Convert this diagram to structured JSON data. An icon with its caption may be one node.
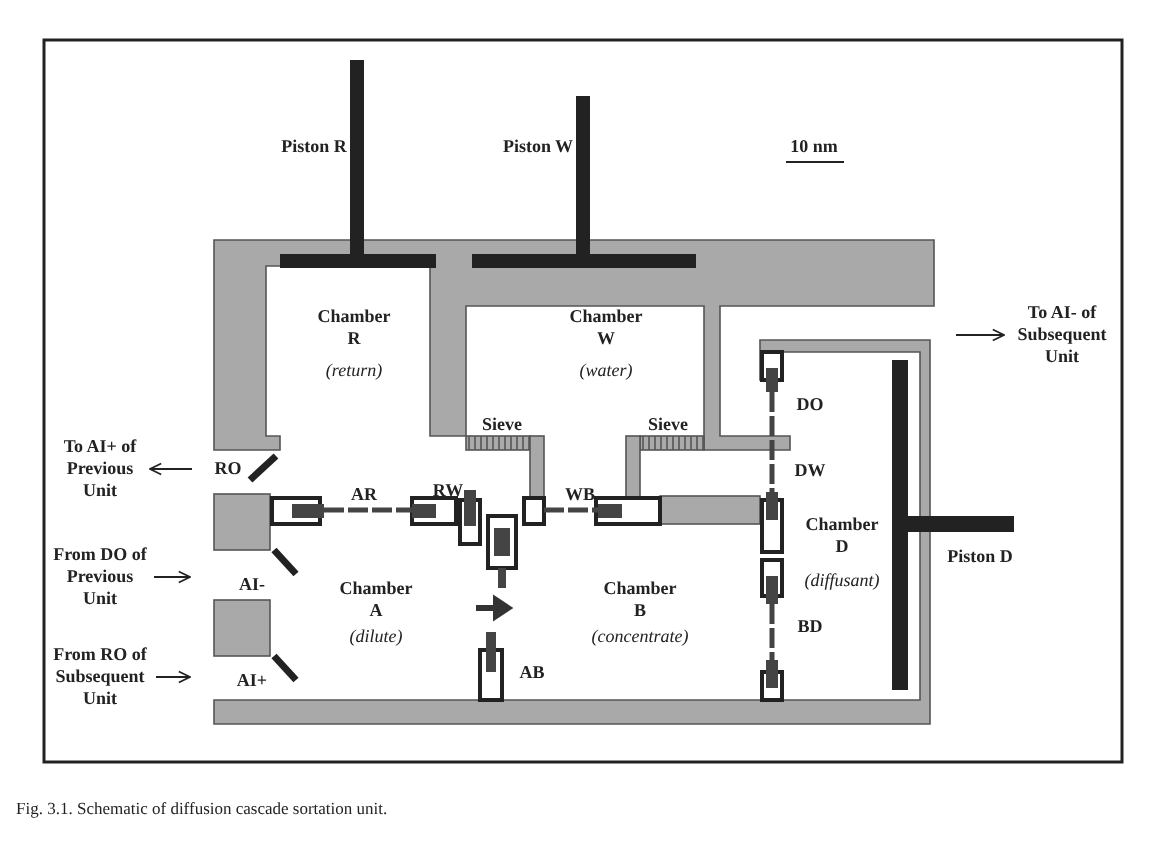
{
  "diagram": {
    "caption": "Fig. 3.1. Schematic of diffusion cascade sortation unit.",
    "nodes": [
      {
        "text": [
          "To AI+ of Previous Unit"
        ]
      },
      {
        "text": [
          "To AI- of Subsequent Unit"
        ]
      },
      {
        "text": [
          "From DO of Previous Unit"
        ]
      },
      {
        "text": [
          "From RO of Subsequent Unit"
        ]
      }
    ],
    "edges": [
      {
        "from": null,
        "to": 0,
        "arrow": "to"
      },
      {
        "from": null,
        "to": 1,
        "arrow": "to"
      },
      {
        "from": 2,
        "to": null,
        "arrow": "to"
      },
      {
        "from": 3,
        "to": null,
        "arrow": "to"
      }
    ],
    "labels": [
      "Piston R",
      "Piston W",
      "10 nm",
      "Chamber R",
      "(return)",
      "Chamber W",
      "(water)",
      "Sieve",
      "Sieve",
      "DO",
      "RO",
      "AR",
      "RW",
      "WB",
      "DW",
      "Chamber D",
      "(diffusant)",
      "Chamber A",
      "(dilute)",
      "Chamber B",
      "(concentrate)",
      "AI-",
      "Piston D",
      "BD",
      "AB",
      "AI+"
    ]
  }
}
